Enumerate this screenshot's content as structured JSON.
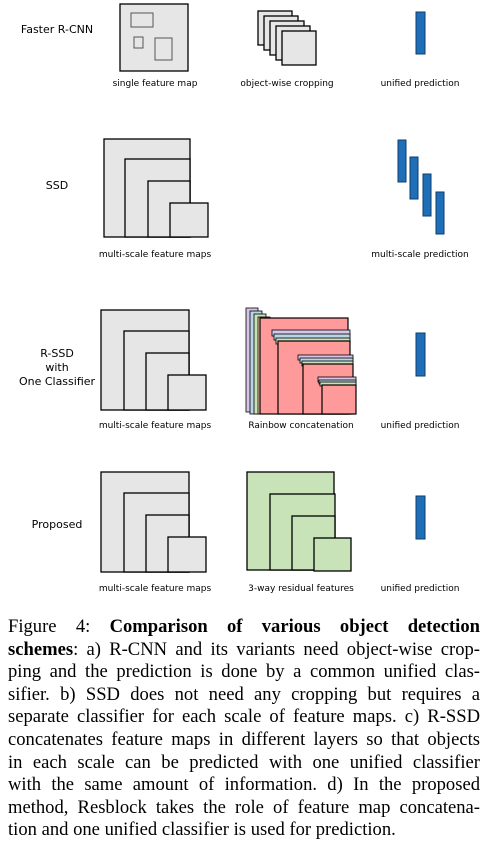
{
  "rows": {
    "faster_rcnn": {
      "label": "Faster R-CNN",
      "captions": [
        "single feature map",
        "object-wise cropping",
        "unified prediction"
      ]
    },
    "ssd": {
      "label": "SSD",
      "captions": [
        "multi-scale feature maps",
        "multi-scale prediction"
      ]
    },
    "rssd": {
      "label_lines": [
        "R-SSD",
        "with",
        "One Classifier"
      ],
      "captions": [
        "multi-scale feature maps",
        "Rainbow concatenation",
        "unified prediction"
      ]
    },
    "proposed": {
      "label": "Proposed",
      "captions": [
        "multi-scale feature maps",
        "3-way residual features",
        "unified prediction"
      ]
    }
  },
  "colors": {
    "feature_map": "#e6e6e6",
    "prediction": "#1f6fb8",
    "residual": "#c9e3b8",
    "rainbow_front": "#ff9a9a",
    "rainbow_layers": [
      "#f6d9a6",
      "#c9e3b8",
      "#b9d3ea",
      "#d8c4e4"
    ]
  },
  "caption": {
    "prefix": "Figure 4:",
    "bold": "Comparison of various object detection schemes",
    "lines": [
      "a) R-CNN and its variants need object-wise crop-",
      "ping and the prediction is done by a common unified clas-",
      "sifier. b) SSD does not need any cropping but requires a",
      "separate classifier for each scale of feature maps. c) R-SSD",
      "concatenates feature maps in different layers so that objects",
      "in each scale can be predicted with one unified classifier",
      "with the same amount of information. d) In the proposed",
      "method, Resblock takes the role of feature map concatena-",
      "tion and one unified classifier is used for prediction."
    ],
    "bold_line2": "schemes"
  }
}
